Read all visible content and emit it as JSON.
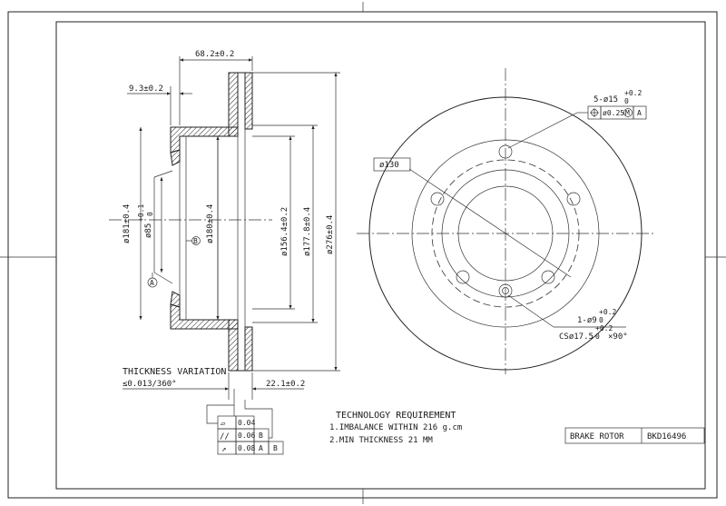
{
  "dimensions": {
    "width_total": "68.2±0.2",
    "flange_thickness": "9.3±0.2",
    "dia_181": "ø181±0.4",
    "dia_85": "ø85",
    "dia_85_tol": "+0.1",
    "dia_85_tol_low": "0",
    "dia_180": "ø180±0.4",
    "dia_156": "ø156.4±0.2",
    "dia_177": "ø177.8±0.4",
    "dia_276": "ø276±0.4",
    "thickness": "22.1±0.2"
  },
  "datums": {
    "a": "A",
    "b": "B"
  },
  "thickness_variation": {
    "label": "THICKNESS VARIATION",
    "value": "≤0.013/360°"
  },
  "tolerance_frame": [
    {
      "symbol": "▱",
      "value": "0.04",
      "ref1": "",
      "ref2": ""
    },
    {
      "symbol": "//",
      "value": "0.06",
      "ref1": "B",
      "ref2": ""
    },
    {
      "symbol": "↗",
      "value": "0.08",
      "ref1": "A",
      "ref2": "B"
    }
  ],
  "holes": {
    "bolt_holes": "5-ø15",
    "bolt_tol_hi": "+0.2",
    "bolt_tol_lo": "0",
    "position_value": "ø0.25",
    "position_modifier": "M",
    "position_datum": "A",
    "pcd": "ø130",
    "pin_hole": "1-ø9",
    "pin_tol_hi": "+0.2",
    "pin_tol_lo": "0",
    "chamfer": "CSø17.5",
    "chamfer_tol_hi": "+0.2",
    "chamfer_tol_lo": "0",
    "chamfer_angle": "×90°"
  },
  "tech": {
    "title": "TECHNOLOGY REQUIREMENT",
    "line1": "1.IMBALANCE WITHIN 216 g.cm",
    "line2": "2.MIN THICKNESS 21 MM"
  },
  "title_block": {
    "part_name": "BRAKE ROTOR",
    "part_number": "BKD16496"
  }
}
